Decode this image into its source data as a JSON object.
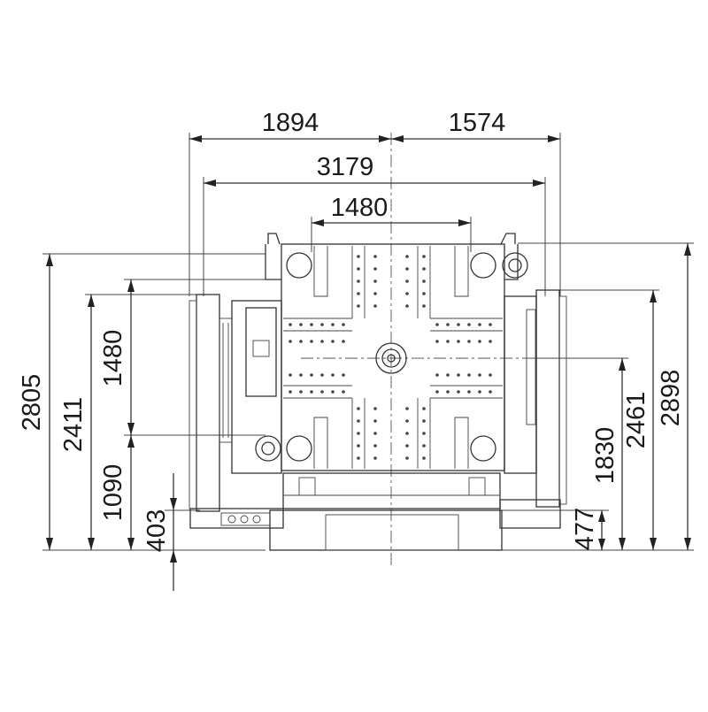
{
  "dimensions": {
    "top": [
      "1894",
      "1574",
      "3179",
      "1480"
    ],
    "left": [
      "2805",
      "2411",
      "1480",
      "1090",
      "403"
    ],
    "right": [
      "2898",
      "2461",
      "1830",
      "477"
    ]
  },
  "colors": {
    "line": "#333333",
    "text": "#1a1a1a",
    "background": "#ffffff"
  }
}
